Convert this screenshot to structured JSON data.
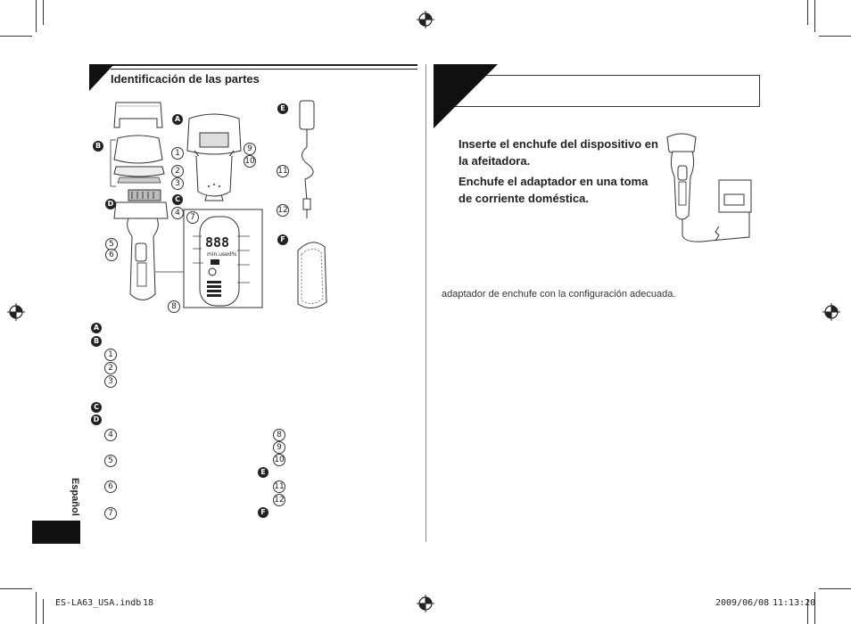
{
  "section": {
    "title": "Identificación de las partes"
  },
  "diagram_labels": {
    "A": "A",
    "B": "B",
    "C": "C",
    "D": "D",
    "E": "E",
    "F": "F",
    "n1": "1",
    "n2": "2",
    "n3": "3",
    "n4": "4",
    "n5": "5",
    "n6": "6",
    "n7": "7",
    "n8": "8",
    "n9": "9",
    "n10": "10",
    "n11": "11",
    "n12": "12"
  },
  "display_panel": {
    "digits": "888",
    "unit_text": "min.used%"
  },
  "legend": {
    "left": [
      {
        "key": "A",
        "kind": "badge"
      },
      {
        "key": "B",
        "kind": "badge"
      },
      {
        "key": "1",
        "kind": "num"
      },
      {
        "key": "2",
        "kind": "num"
      },
      {
        "key": "3",
        "kind": "num"
      },
      {
        "key": "C",
        "kind": "badge"
      },
      {
        "key": "D",
        "kind": "badge"
      },
      {
        "key": "4",
        "kind": "num"
      },
      {
        "key": "5",
        "kind": "num"
      },
      {
        "key": "6",
        "kind": "num"
      },
      {
        "key": "7",
        "kind": "num"
      }
    ],
    "right": [
      {
        "key": "8",
        "kind": "num"
      },
      {
        "key": "9",
        "kind": "num"
      },
      {
        "key": "10",
        "kind": "num"
      },
      {
        "key": "E",
        "kind": "badge"
      },
      {
        "key": "11",
        "kind": "num"
      },
      {
        "key": "12",
        "kind": "num"
      },
      {
        "key": "F",
        "kind": "badge"
      }
    ]
  },
  "side_tab": {
    "label": "Español"
  },
  "instructions": {
    "step1": "Inserte el enchufe del dispositivo en la afeitadora.",
    "step2": "Enchufe el adaptador en una toma de corriente doméstica."
  },
  "note": "adaptador de enchufe con la configuración adecuada.",
  "footer": {
    "file": "ES-LA63_USA.indb",
    "page": "18",
    "date": "2009/06/08",
    "time": "11:13:20"
  }
}
